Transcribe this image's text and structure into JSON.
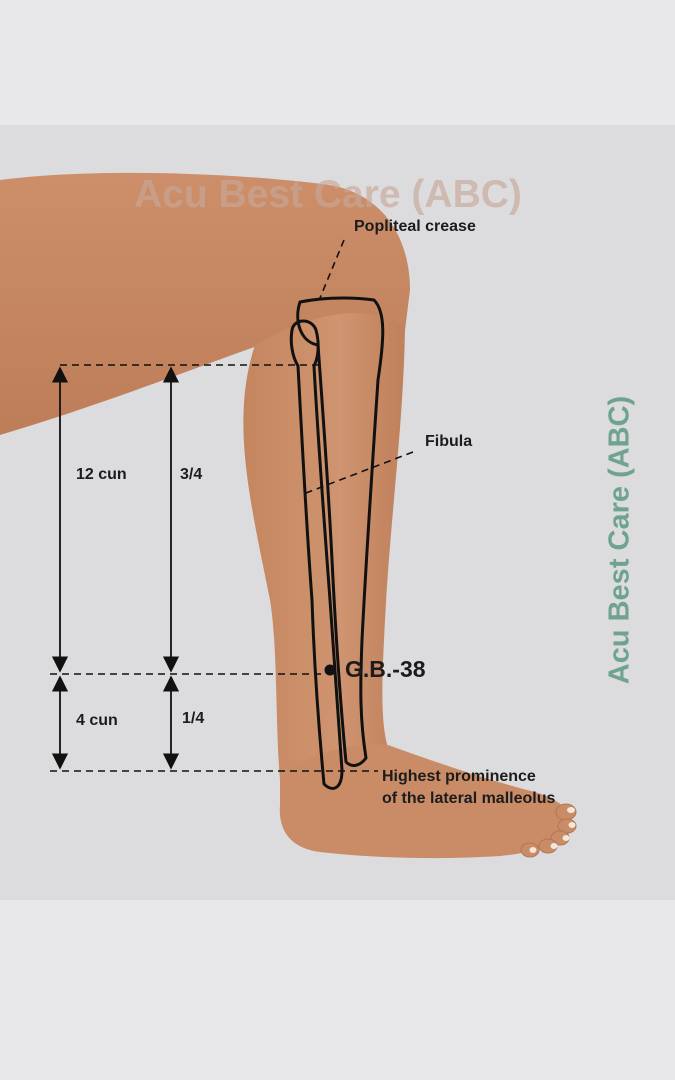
{
  "watermark": {
    "text": "Acu Best Care (ABC)",
    "side_text": "Acu Best Care (ABC)"
  },
  "labels": {
    "popliteal": "Popliteal crease",
    "fibula": "Fibula",
    "point": "G.B.-38",
    "malleolus_line1": "Highest prominence",
    "malleolus_line2": "of the lateral malleolus",
    "cun_upper": "12 cun",
    "fraction_upper": "3/4",
    "cun_lower": "4 cun",
    "fraction_lower": "1/4"
  },
  "colors": {
    "background": "#e8e8ea",
    "band": "#dcdcde",
    "skin": "#c98c67",
    "skin_shadow": "#b47656",
    "line": "#111111",
    "watermark_top": "#c9a89a",
    "watermark_side": "#6fa38f"
  }
}
